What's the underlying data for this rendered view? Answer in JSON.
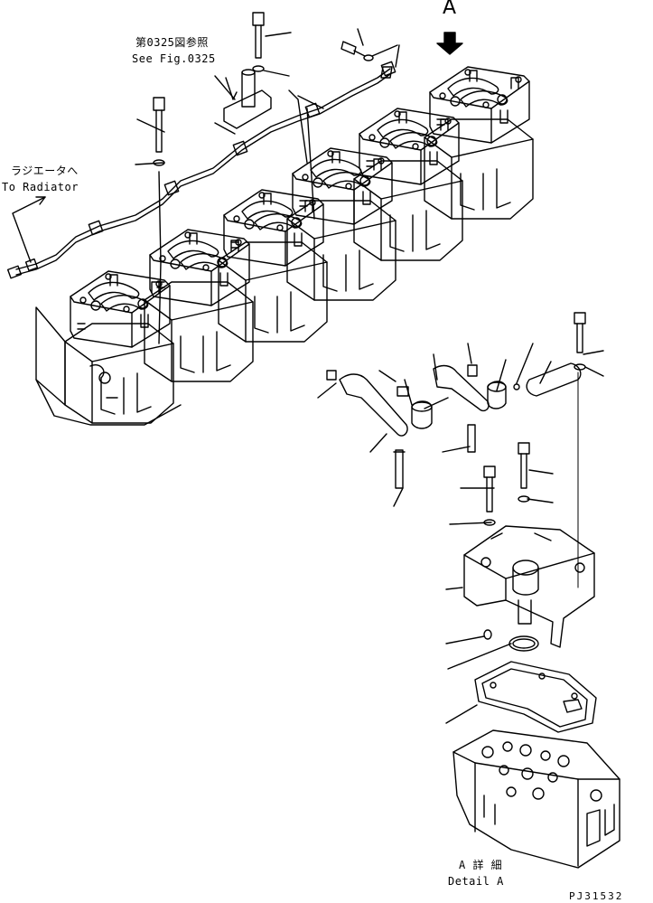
{
  "annotations": {
    "view_letter": "A",
    "see_fig_jp": "第0325図参照",
    "see_fig_en": "See Fig.0325",
    "radiator_jp": "ラジエータへ",
    "radiator_en": "To Radiator",
    "detail_jp": "A 詳 細",
    "detail_en": "Detail A",
    "drawing_code": "PJ31532"
  }
}
